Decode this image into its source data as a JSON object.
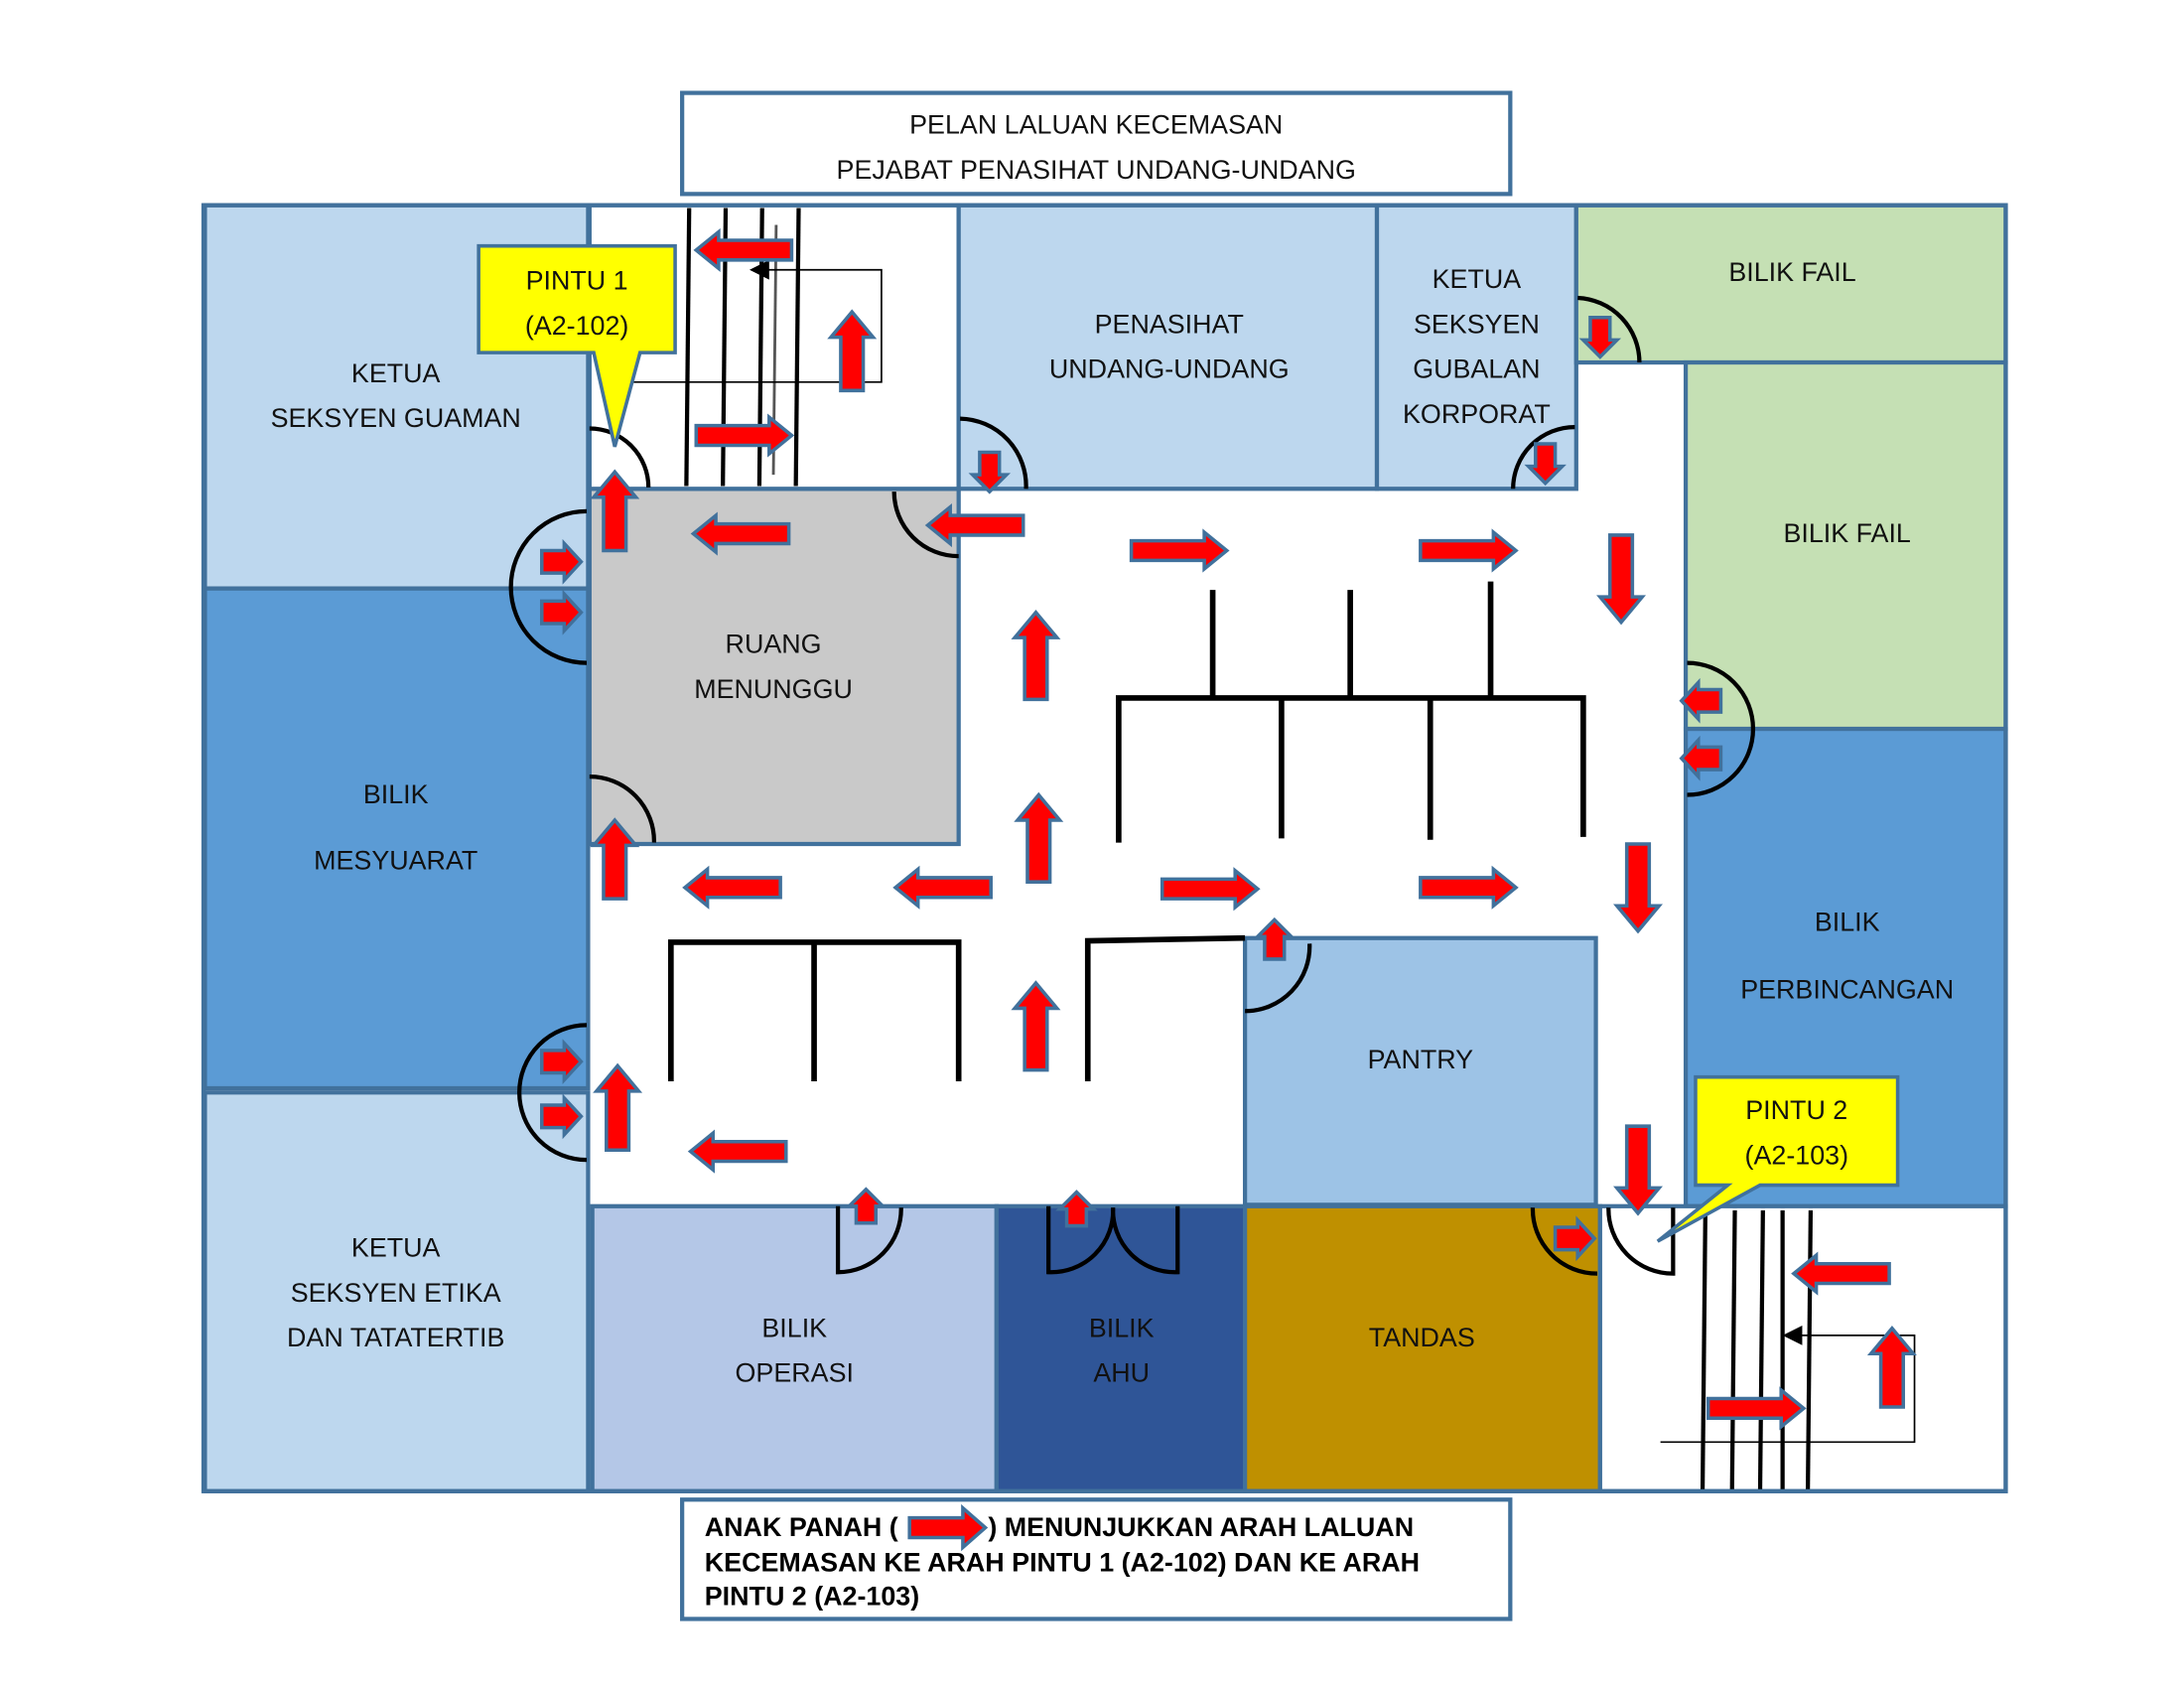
{
  "title": {
    "line1": "PELAN LALUAN KECEMASAN",
    "line2": "PEJABAT PENASIHAT UNDANG-UNDANG"
  },
  "colors": {
    "wall": "#41719c",
    "light_blue": "#bdd7ee",
    "mid_blue": "#5b9bd5",
    "pantry_blue": "#9dc3e6",
    "operasi_blue": "#b4c7e7",
    "ahu_blue": "#2f5597",
    "green": "#c5e0b4",
    "grey": "#c9c9c9",
    "tandas_gold": "#bf9000",
    "callout_yellow": "#ffff00",
    "arrow_red": "#ff0000"
  },
  "rooms": [
    {
      "id": "ketua-seksyen-guaman",
      "lines": [
        "KETUA",
        "SEKSYEN GUAMAN"
      ]
    },
    {
      "id": "bilik-mesyuarat",
      "lines": [
        "BILIK",
        "MESYUARAT"
      ]
    },
    {
      "id": "ketua-seksyen-etika",
      "lines": [
        "KETUA",
        "SEKSYEN ETIKA",
        "DAN TATATERTIB"
      ]
    },
    {
      "id": "ruang-menunggu",
      "lines": [
        "RUANG",
        "MENUNGGU"
      ]
    },
    {
      "id": "penasihat-undang-undang",
      "lines": [
        "PENASIHAT",
        "UNDANG-UNDANG"
      ]
    },
    {
      "id": "ketua-seksyen-gubalan",
      "lines": [
        "KETUA",
        "SEKSYEN",
        "GUBALAN",
        "KORPORAT"
      ]
    },
    {
      "id": "bilik-fail-1",
      "lines": [
        "BILIK FAIL"
      ]
    },
    {
      "id": "bilik-fail-2",
      "lines": [
        "BILIK FAIL"
      ]
    },
    {
      "id": "bilik-perbincangan",
      "lines": [
        "BILIK",
        "PERBINCANGAN"
      ]
    },
    {
      "id": "pantry",
      "lines": [
        "PANTRY"
      ]
    },
    {
      "id": "bilik-operasi",
      "lines": [
        "BILIK",
        "OPERASI"
      ]
    },
    {
      "id": "bilik-ahu",
      "lines": [
        "BILIK",
        "AHU"
      ]
    },
    {
      "id": "tandas",
      "lines": [
        "TANDAS"
      ]
    }
  ],
  "exits": [
    {
      "id": "pintu-1",
      "line1": "PINTU 1",
      "line2": "(A2-102)"
    },
    {
      "id": "pintu-2",
      "line1": "PINTU 2",
      "line2": "(A2-103)"
    }
  ],
  "legend": {
    "line1_before": "ANAK PANAH (",
    "line1_after": ") MENUNJUKKAN ARAH LALUAN",
    "line2": "KECEMASAN KE ARAH PINTU 1 (A2-102) DAN KE ARAH",
    "line3": "PINTU 2 (A2-103)"
  }
}
